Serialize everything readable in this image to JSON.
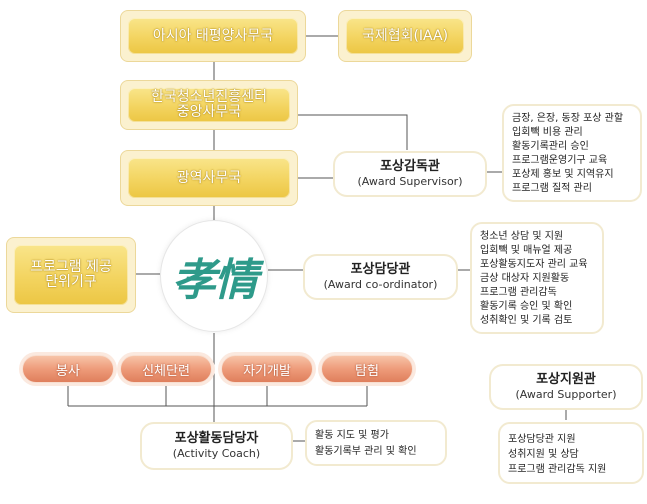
{
  "offices": {
    "asia_pacific": "아시아 태평양사무국",
    "iaa": "국제협회(IAA)",
    "central_line1": "한국청소년진흥센터",
    "central_line2": "중앙사무국",
    "regional": "광역사무국",
    "unit_line1": "프로그램 제공",
    "unit_line2": "단위기구"
  },
  "logo": {
    "text": "孝情"
  },
  "supervisor": {
    "title_kr": "포상감독관",
    "title_en": "(Award Supervisor)",
    "duties": [
      "금장, 은장, 동장 포상 관할",
      "입회빽 비용 관리",
      "활동기록관리 승인",
      "프로그램운영기구 교육",
      "포상제 홍보 및 지역유지",
      "프로그램 질적 관리"
    ]
  },
  "coordinator": {
    "title_kr": "포상담당관",
    "title_en": "(Award co-ordinator)",
    "duties": [
      "청소년 상담 및 지원",
      "입회빽 및 매뉴얼 제공",
      "포상활동지도자 관리 교육",
      "금상 대상자 지원활동",
      "프로그램 관리감독",
      "활동기록 승인 및 확인",
      "성취확인 및 기록 검토"
    ]
  },
  "areas": [
    "봉사",
    "신체단련",
    "자기개발",
    "탐험"
  ],
  "coach": {
    "title_kr": "포상활동담당자",
    "title_en": "(Activity Coach)",
    "duties": [
      "활동  지도 및 평가",
      "활동기록부 관리 및 확인"
    ]
  },
  "supporter": {
    "title_kr": "포상지원관",
    "title_en": "(Award Supporter)",
    "duties": [
      "포상담당관 지원",
      "성취지원 및 상담",
      "프로그램 관리감독 지원"
    ]
  },
  "colors": {
    "gold": "#f3d460",
    "salmon": "#ee9b7a",
    "line": "#555555",
    "logo": "#2e9a8a"
  }
}
